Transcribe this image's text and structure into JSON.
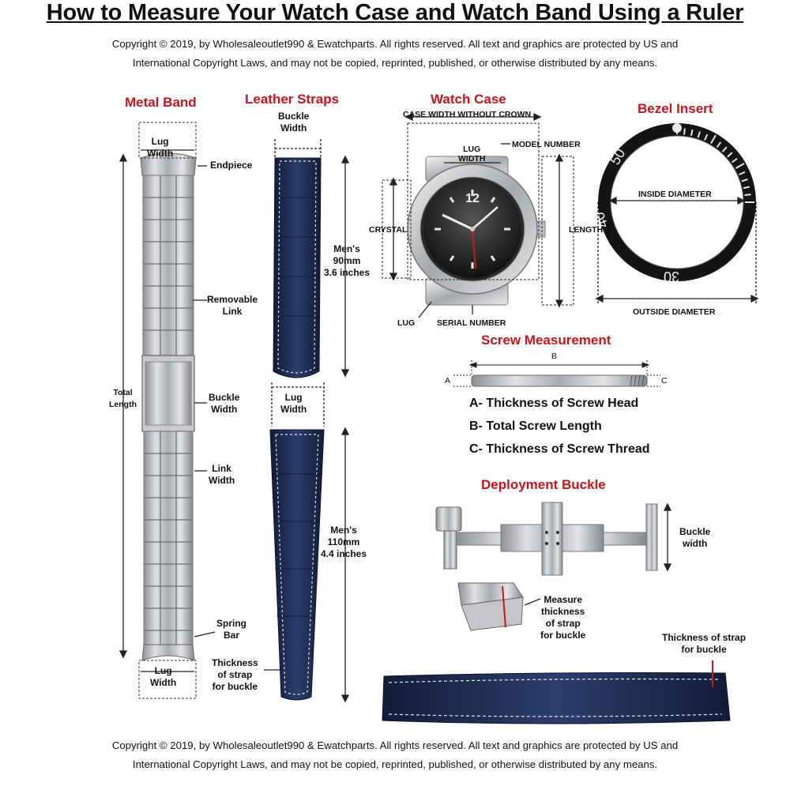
{
  "title": "How to Measure Your Watch Case and Watch Band Using a Ruler",
  "copyright": {
    "line1": "Copyright  © 2019, by Wholesaleoutlet990 & Ewatchparts. All rights reserved. All text and graphics are protected by US and",
    "line2": "International Copyright Laws, and may not be copied, reprinted, published, or otherwise distributed by any  means.",
    "bottom_line1": "Copyright  © 2019, by Wholesaleoutlet990 & Ewatchparts. All rights reserved. All text and graphics are protected by US and",
    "bottom_line2": "International Copyright Laws, and may not be copied, reprinted, published, or otherwise distributed by any  means."
  },
  "metal_band": {
    "heading": "Metal Band",
    "lug_width_top": "Lug\nWidth",
    "endpiece": "Endpiece",
    "removable_link": "Removable\nLink",
    "total_length": "Total\nLength",
    "buckle_width": "Buckle\nWidth",
    "link_width": "Link\nWidth",
    "spring_bar": "Spring\nBar",
    "lug_width_bottom": "Lug\nWidth"
  },
  "leather_straps": {
    "heading": "Leather Straps",
    "buckle_width": "Buckle\nWidth",
    "mens_short": "Men's\n90mm\n3.6 inches",
    "lug_width": "Lug\nWidth",
    "mens_long": "Men's\n110mm\n4.4 inches",
    "thickness": "Thickness\nof strap\nfor buckle"
  },
  "watch_case": {
    "heading": "Watch Case",
    "case_width": "CASE WIDTH WITHOUT CROWN",
    "lug_width": "LUG\nWIDTH",
    "model_number": "MODEL NUMBER",
    "crystal": "CRYSTAL",
    "length": "LENGTH",
    "lug": "LUG",
    "serial_number": "SERIAL NUMBER",
    "dial_numeral": "12"
  },
  "bezel_insert": {
    "heading": "Bezel Insert",
    "inside_diameter": "INSIDE DIAMETER",
    "outside_diameter": "OUTSIDE DIAMETER",
    "num_50": "50",
    "num_40": "40",
    "num_30": "30"
  },
  "screw_measurement": {
    "heading": "Screw Measurement",
    "label_a": "A",
    "label_b": "B",
    "label_c": "C",
    "legend": [
      "A- Thickness of Screw Head",
      "B- Total Screw Length",
      "C- Thickness of Screw Thread"
    ]
  },
  "deployment_buckle": {
    "heading": "Deployment Buckle",
    "buckle_width": "Buckle\nwidth",
    "measure_thickness": "Measure\nthickness\nof strap\nfor buckle",
    "thickness_strap": "Thickness of strap\nfor buckle"
  },
  "colors": {
    "heading_red": "#c8141b",
    "leather_navy": "#1d2d52",
    "steel": "#b9bcc0",
    "bezel_black": "#141414"
  }
}
